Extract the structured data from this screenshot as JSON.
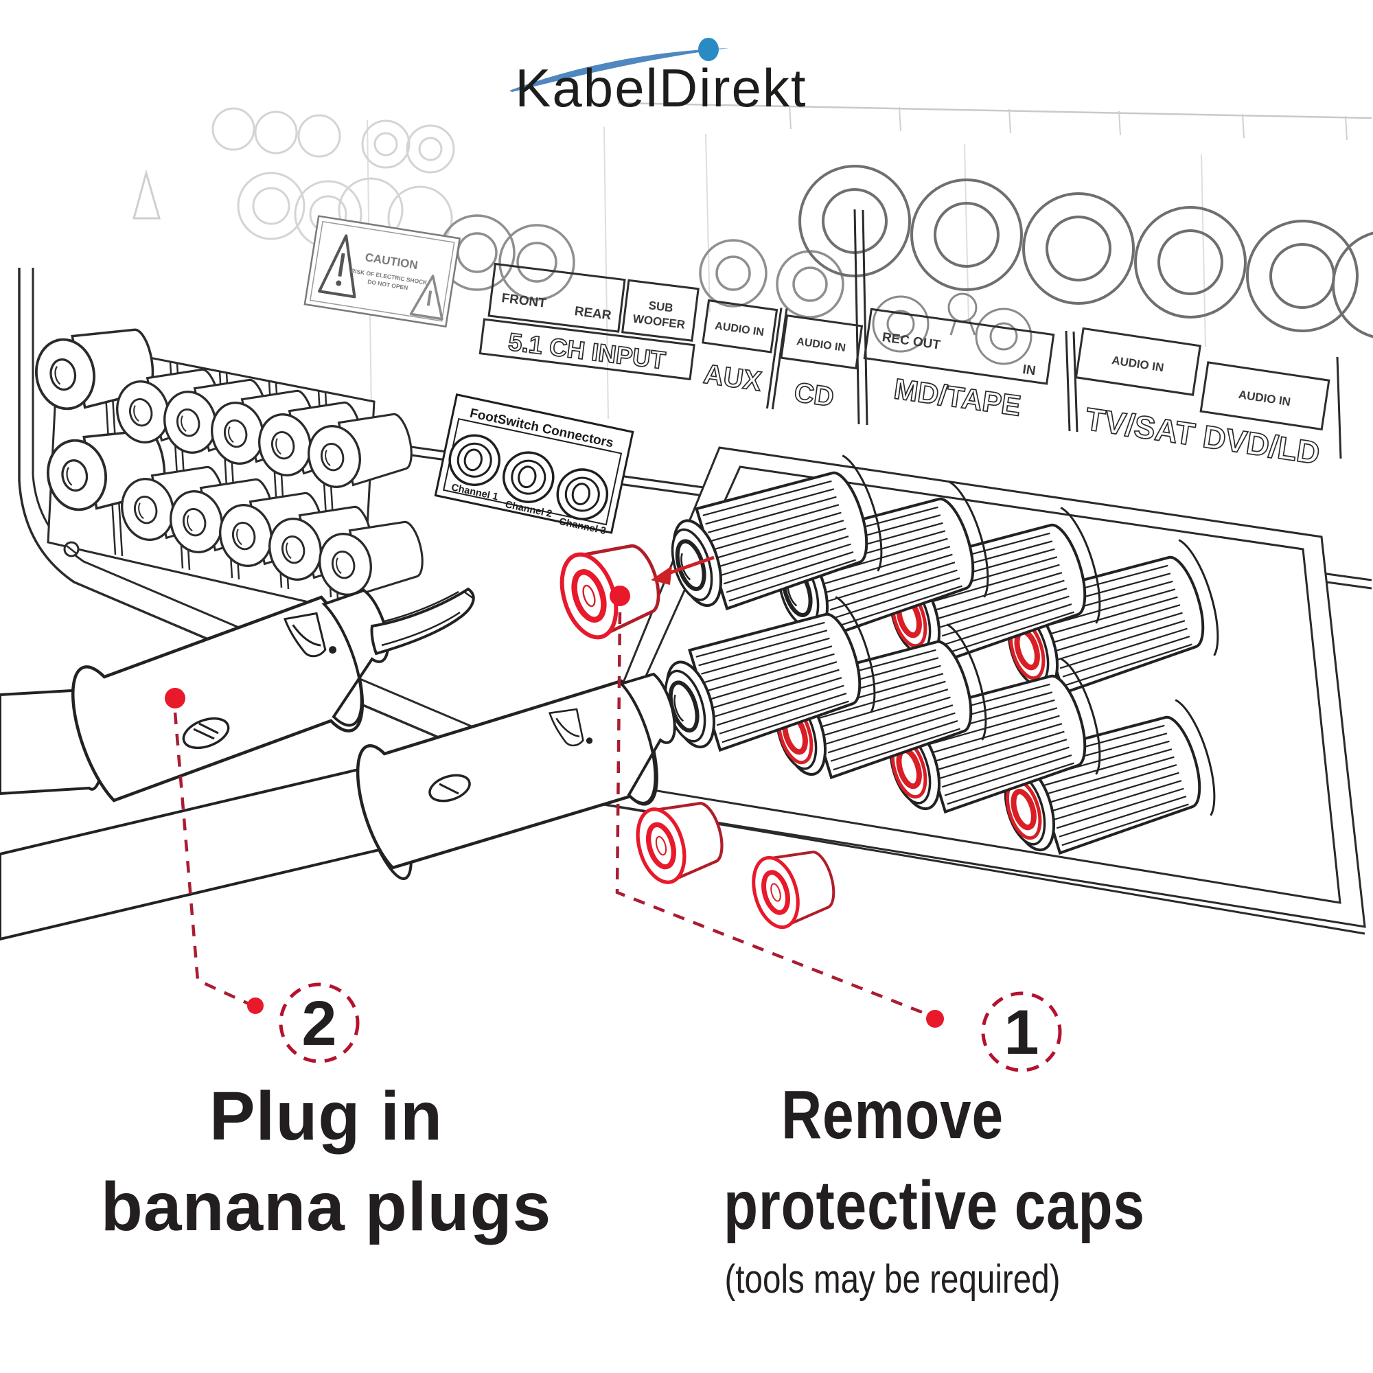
{
  "brand": {
    "name": "KabelDirekt"
  },
  "colors": {
    "ink": "#231f20",
    "accent_red": "#d91e26",
    "leader_crimson": "#a91d33",
    "logo_swoosh_blue": "#4e88bf",
    "logo_dot_blue": "#2a8ac4"
  },
  "receiver": {
    "caution": {
      "title": "CAUTION",
      "line1": "RISK OF ELECTRIC SHOCK",
      "line2": "DO NOT OPEN"
    },
    "groups": {
      "front": "FRONT",
      "rear": "REAR",
      "sub_line1": "SUB",
      "sub_line2": "WOOFER",
      "ch_input": "5.1 CH INPUT",
      "audio_in": "AUDIO IN",
      "aux": "AUX",
      "cd": "CD",
      "rec_out": "REC OUT",
      "in_label": "IN",
      "md_tape": "MD/TAPE",
      "tv_sat": "TV/SAT DVD/LD"
    },
    "footswitch": {
      "title": "FootSwitch Connectors",
      "ch1": "Channel 1",
      "ch2": "Channel 2",
      "ch3": "Channel 3"
    }
  },
  "steps": {
    "step1": {
      "number": "1",
      "line1": "Remove",
      "line2": "protective caps",
      "note": "(tools may be required)"
    },
    "step2": {
      "number": "2",
      "line1": "Plug in",
      "line2": "banana plugs"
    }
  }
}
